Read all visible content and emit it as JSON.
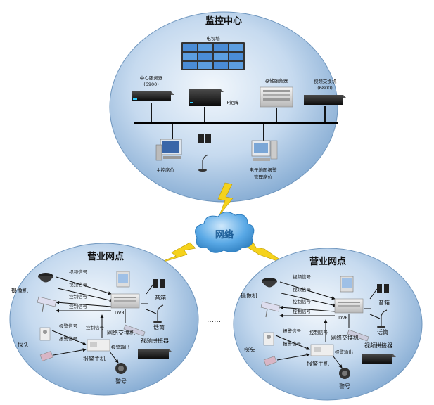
{
  "center": {
    "title": "监控中心",
    "tv_wall": "电视墙",
    "center_server_line1": "中心服务器",
    "center_server_line2": "(6900)",
    "ip_matrix": "IP矩阵",
    "storage_server": "存储服务器",
    "video_switch_line1": "视频交换机",
    "video_switch_line2": "(6800)",
    "main_console": "主控席位",
    "emap_line1": "电子地图报警",
    "emap_line2": "管理席位"
  },
  "network_label": "网络",
  "dots": "……",
  "site_left": {
    "title": "营业网点",
    "camera": "摄像机",
    "video_signal_1": "视频信号",
    "video_signal_2": "视频信号",
    "control_signal_1": "控制信号",
    "control_signal_2": "控制信号",
    "alarm_signal_1": "报警信号",
    "alarm_signal_2": "报警信号",
    "control_signal_3": "控制信号",
    "dvr": "DVR",
    "speaker": "音箱",
    "mic": "话筒",
    "network_switch": "网络交换机",
    "video_encoder": "视频拼接器",
    "probe": "探头",
    "alarm_output": "报警输出",
    "alarm_host": "报警主机",
    "siren": "警号"
  },
  "site_right": {
    "title": "营业网点",
    "camera": "摄像机",
    "video_signal_1": "视频信号",
    "video_signal_2": "视频信号",
    "control_signal_1": "控制信号",
    "control_signal_2": "控制信号",
    "alarm_signal_1": "报警信号",
    "alarm_signal_2": "报警信号",
    "control_signal_3": "控制信号",
    "dvr": "DVR",
    "speaker": "音箱",
    "mic": "话筒",
    "network_switch": "网络交换机",
    "video_encoder": "视频拼接器",
    "probe": "探头",
    "alarm_output": "报警输出",
    "alarm_host": "报警主机",
    "siren": "警号"
  },
  "colors": {
    "ellipse_light": "#e6f0fa",
    "ellipse_dark": "#7fa7d0",
    "cloud": "#5aa9e6",
    "lightning": "#f5d21c"
  }
}
